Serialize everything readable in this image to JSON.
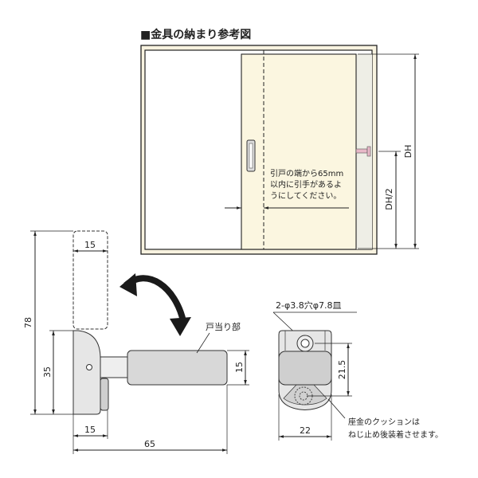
{
  "title": "■金具の納まり参考図",
  "top_view": {
    "note_lines": [
      "引戸の端から65mm",
      "以内に引手があるよ",
      "うにしてください。"
    ],
    "dim_dh": "DH",
    "dim_dh_half": "DH/2"
  },
  "side_view": {
    "dim_total_height": "78",
    "dim_base_height": "35",
    "dim_top_width": "15",
    "dim_bottom_width": "15",
    "dim_length": "65",
    "dim_cushion": "15",
    "cushion_label": "戸当り部"
  },
  "front_view": {
    "hole_label": "2-φ3.8穴φ7.8皿",
    "dim_pitch": "21.5",
    "dim_width": "22",
    "note_lines": [
      "座金のクッションは",
      "ねじ止め後装着させます。"
    ]
  },
  "colors": {
    "frame": "#f8f3e0",
    "door": "#fbf6e0",
    "metal": "#e6e6e6",
    "cushion": "#d8d8d8",
    "stopper": "#e8b8c8"
  }
}
